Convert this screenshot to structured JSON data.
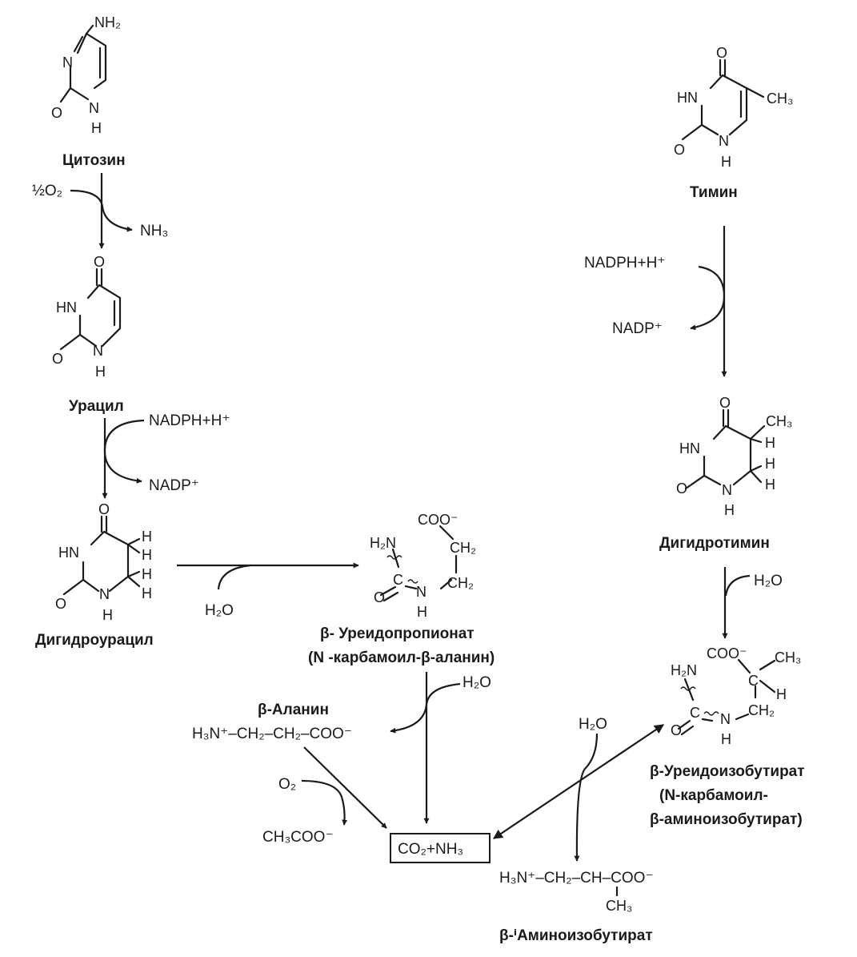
{
  "compounds": {
    "cytosine": "Цитозин",
    "uracil": "Урацил",
    "dihydrouracil": "Дигидроурацил",
    "ureidopropionate": "β- Уреидопропионат",
    "ureidopropionate_alt": "(N -карбамоил-β-аланин)",
    "beta_alanine": "β-Аланин",
    "thymine": "Тимин",
    "dihydrothymine": "Дигидротимин",
    "ureidoisobutyrate": "β-Уреидоизобутират",
    "ureidoisobutyrate_alt1": "(N-карбамоил-",
    "ureidoisobutyrate_alt2": "β-аминоизобутират)",
    "aminoisobutyrate": "β-ⁱАминоизобутират"
  },
  "reagents": {
    "half_o2": "½O₂",
    "nh3": "NH₃",
    "nadph_h": "NADPH+H⁺",
    "nadp": "NADP⁺",
    "h2o": "H₂O",
    "o2": "O₂",
    "acetate": "CH₃COO⁻",
    "end_products": "CO₂+NH₃"
  },
  "formulas": {
    "beta_alanine": "H₃N⁺–CH₂–CH₂–COO⁻",
    "aminoisobutyrate": "H₃N⁺–CH₂–CH–COO⁻"
  },
  "atoms": {
    "nh2": "NH₂",
    "h2n": "H₂N",
    "n": "N",
    "hn": "HN",
    "h": "H",
    "o": "O",
    "c": "C",
    "ch2": "CH₂",
    "ch3": "CH₃",
    "coo": "COO⁻"
  }
}
